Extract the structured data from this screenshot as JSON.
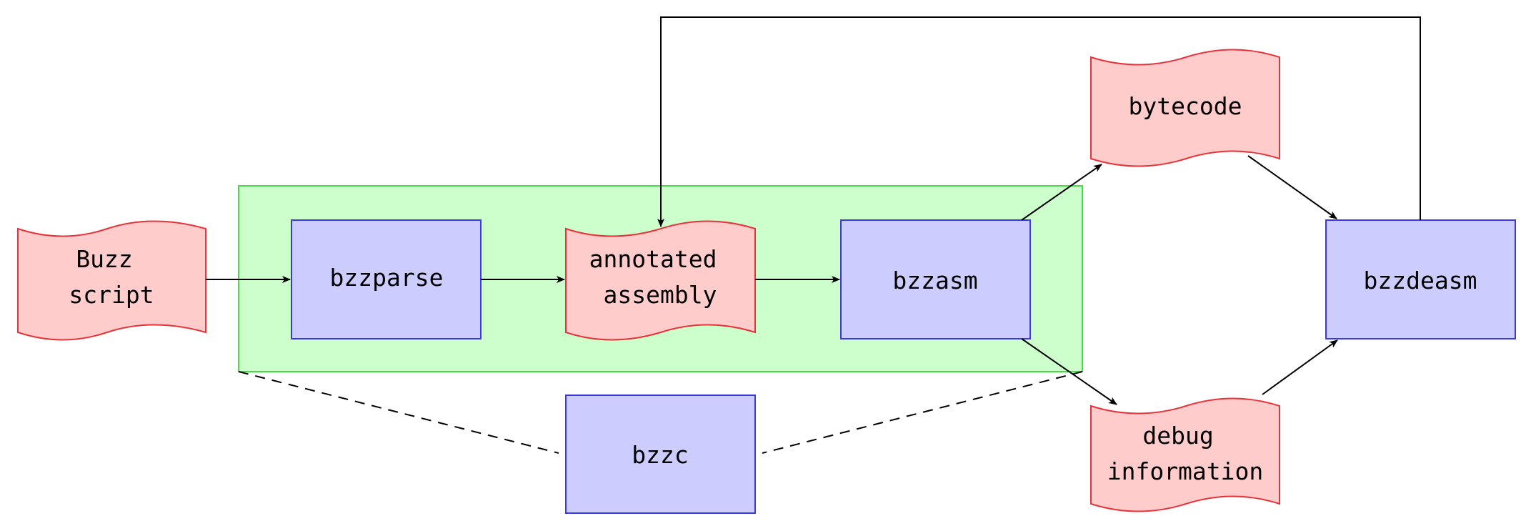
{
  "nodes": {
    "buzz_script": {
      "type": "document",
      "lines": [
        "Buzz",
        "script"
      ]
    },
    "bzzparse": {
      "type": "program",
      "lines": [
        "bzzparse"
      ]
    },
    "annotated_assembly": {
      "type": "document",
      "lines": [
        "annotated",
        "assembly"
      ]
    },
    "bzzasm": {
      "type": "program",
      "lines": [
        "bzzasm"
      ]
    },
    "bytecode": {
      "type": "document",
      "lines": [
        "bytecode"
      ]
    },
    "debug_information": {
      "type": "document",
      "lines": [
        "debug",
        "information"
      ]
    },
    "bzzdeasm": {
      "type": "program",
      "lines": [
        "bzzdeasm"
      ]
    },
    "bzzc": {
      "type": "program",
      "lines": [
        "bzzc"
      ]
    }
  },
  "edges": [
    {
      "from": "buzz_script",
      "to": "bzzparse",
      "style": "arrow"
    },
    {
      "from": "bzzparse",
      "to": "annotated_assembly",
      "style": "arrow"
    },
    {
      "from": "annotated_assembly",
      "to": "bzzasm",
      "style": "arrow"
    },
    {
      "from": "bzzasm",
      "to": "bytecode",
      "style": "arrow"
    },
    {
      "from": "bzzasm",
      "to": "debug_information",
      "style": "arrow"
    },
    {
      "from": "bytecode",
      "to": "bzzdeasm",
      "style": "arrow"
    },
    {
      "from": "debug_information",
      "to": "bzzdeasm",
      "style": "arrow"
    },
    {
      "from": "bzzdeasm",
      "to": "annotated_assembly",
      "style": "arrow"
    },
    {
      "from": "bzzc",
      "to": "bzzc_group",
      "style": "dashed"
    }
  ],
  "colors": {
    "document_fill": "#ffcccc",
    "document_stroke": "#e8333b",
    "program_fill": "#ccccff",
    "program_stroke": "#3a3ad8",
    "group_fill": "#ccffcc",
    "group_stroke": "#44dd44",
    "line": "#000000"
  }
}
